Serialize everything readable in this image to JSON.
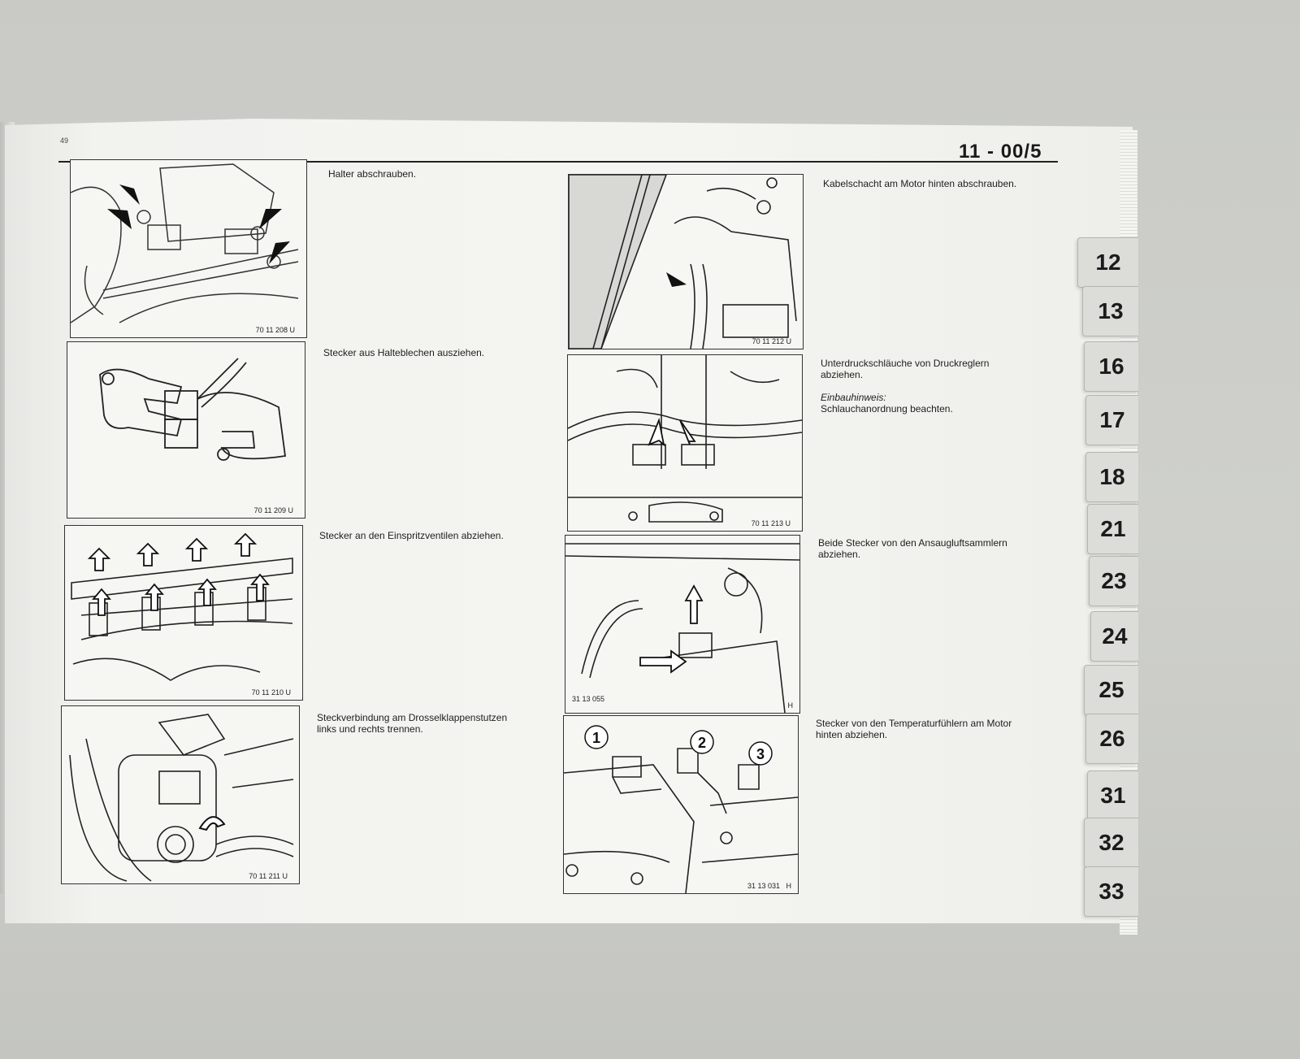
{
  "page": {
    "page_number": "49",
    "section": "11 - 00/5"
  },
  "left_column": [
    {
      "caption": "Halter abschrauben.",
      "figure_code": "70 11 208 U"
    },
    {
      "caption": "Stecker aus Halteblechen ausziehen.",
      "figure_code": "70 11 209 U"
    },
    {
      "caption": "Stecker an den Einspritzventilen abziehen.",
      "figure_code": "70 11 210 U"
    },
    {
      "caption_line1": "Steckverbindung am Drosselklappenstutzen",
      "caption_line2": "links und rechts trennen.",
      "figure_code": "70 11 211 U"
    }
  ],
  "right_column": [
    {
      "caption": "Kabelschacht am Motor hinten abschrauben.",
      "figure_code": "70 11 212 U"
    },
    {
      "caption_line1": "Unterdruckschläuche von Druckreglern",
      "caption_line2": "abziehen.",
      "note_label": "Einbauhinweis:",
      "note_text": "Schlauchanordnung beachten.",
      "figure_code": "70 11 213 U"
    },
    {
      "caption_line1": "Beide Stecker von den Ansaugluftsammlern",
      "caption_line2": "abziehen.",
      "figure_code": "31 13 055",
      "figure_code_suffix": "H"
    },
    {
      "caption_line1": "Stecker von den Temperaturfühlern am Motor",
      "caption_line2": "hinten abziehen.",
      "figure_code": "31 13 031",
      "figure_code_suffix": "H",
      "callouts": [
        "1",
        "2",
        "3"
      ]
    }
  ],
  "tabs": [
    "12",
    "13",
    "16",
    "17",
    "18",
    "21",
    "23",
    "24",
    "25",
    "26",
    "31",
    "32",
    "33"
  ]
}
